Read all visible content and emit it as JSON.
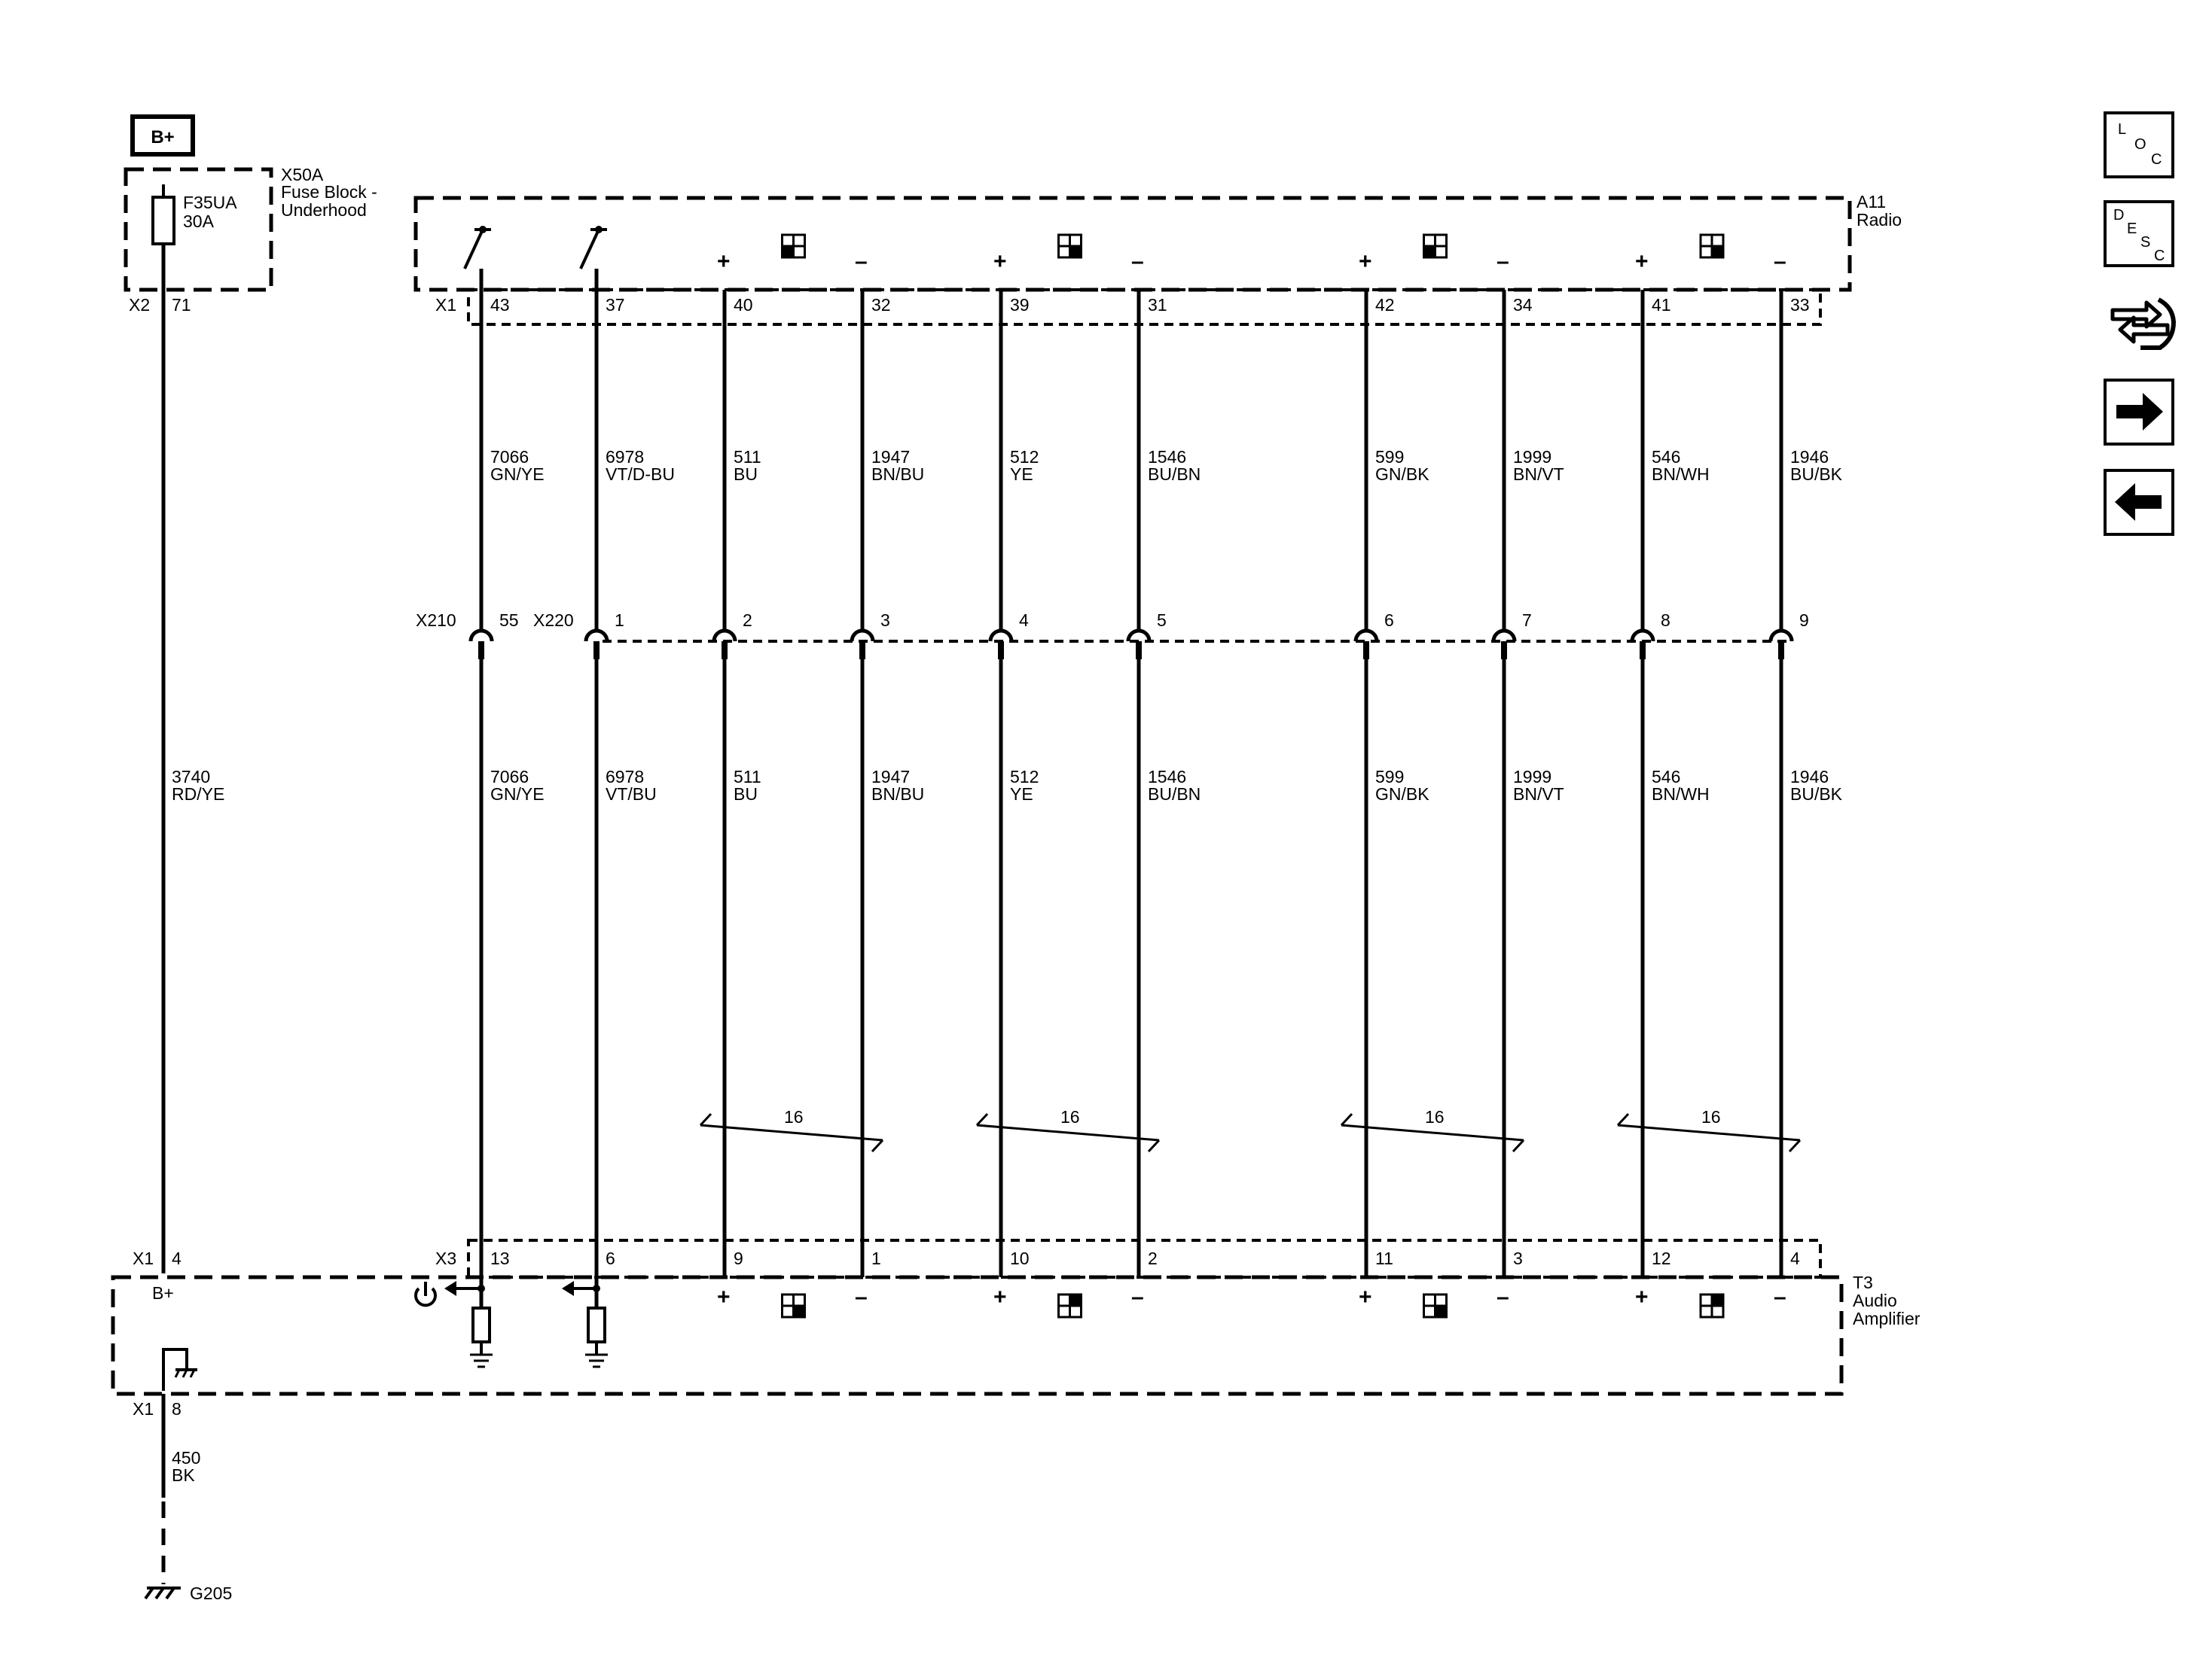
{
  "supply": {
    "label": "B+"
  },
  "fuse_block": {
    "name": "X50A",
    "desc1": "Fuse Block -",
    "desc2": "Underhood",
    "fuse_id": "F35UA",
    "fuse_rating": "30A",
    "conn": "X2",
    "pin": "71"
  },
  "radio": {
    "name": "A11",
    "desc": "Radio",
    "conn": "X1"
  },
  "amplifier": {
    "name": "T3",
    "desc1": "Audio",
    "desc2": "Amplifier",
    "conn_x1": "X1",
    "conn_x3": "X3",
    "power_pin": "4",
    "power_label": "B+",
    "ground_pin": "8"
  },
  "power_wire": {
    "circuit": "3740",
    "color": "RD/YE"
  },
  "ground_wire": {
    "circuit": "450",
    "color": "BK"
  },
  "ground_point": {
    "name": "G205"
  },
  "inline_connectors": {
    "x210": "X210",
    "x220": "X220"
  },
  "circuits": [
    {
      "radio_pin": "43",
      "circuit": "7066",
      "color_top": "GN/YE",
      "color_bottom": "GN/YE",
      "inline_pin": "55",
      "amp_pin": "13"
    },
    {
      "radio_pin": "37",
      "circuit": "6978",
      "color_top": "VT/D-BU",
      "color_bottom": "VT/BU",
      "inline_pin": "1",
      "amp_pin": "6"
    },
    {
      "radio_pin": "40",
      "circuit": "511",
      "color_top": "BU",
      "color_bottom": "BU",
      "inline_pin": "2",
      "amp_pin": "9",
      "polarity": "+"
    },
    {
      "radio_pin": "32",
      "circuit": "1947",
      "color_top": "BN/BU",
      "color_bottom": "BN/BU",
      "inline_pin": "3",
      "amp_pin": "1",
      "polarity": "–"
    },
    {
      "radio_pin": "39",
      "circuit": "512",
      "color_top": "YE",
      "color_bottom": "YE",
      "inline_pin": "4",
      "amp_pin": "10",
      "polarity": "+"
    },
    {
      "radio_pin": "31",
      "circuit": "1546",
      "color_top": "BU/BN",
      "color_bottom": "BU/BN",
      "inline_pin": "5",
      "amp_pin": "2",
      "polarity": "–"
    },
    {
      "radio_pin": "42",
      "circuit": "599",
      "color_top": "GN/BK",
      "color_bottom": "GN/BK",
      "inline_pin": "6",
      "amp_pin": "11",
      "polarity": "+"
    },
    {
      "radio_pin": "34",
      "circuit": "1999",
      "color_top": "BN/VT",
      "color_bottom": "BN/VT",
      "inline_pin": "7",
      "amp_pin": "3",
      "polarity": "–"
    },
    {
      "radio_pin": "41",
      "circuit": "546",
      "color_top": "BN/WH",
      "color_bottom": "BN/WH",
      "inline_pin": "8",
      "amp_pin": "12",
      "polarity": "+"
    },
    {
      "radio_pin": "33",
      "circuit": "1946",
      "color_top": "BU/BK",
      "color_bottom": "BU/BK",
      "inline_pin": "9",
      "amp_pin": "4",
      "polarity": "–"
    }
  ],
  "twist_label": "16",
  "nav": {
    "loc": [
      "L",
      "O",
      "C"
    ],
    "desc": [
      "D",
      "E",
      "S",
      "C"
    ]
  }
}
